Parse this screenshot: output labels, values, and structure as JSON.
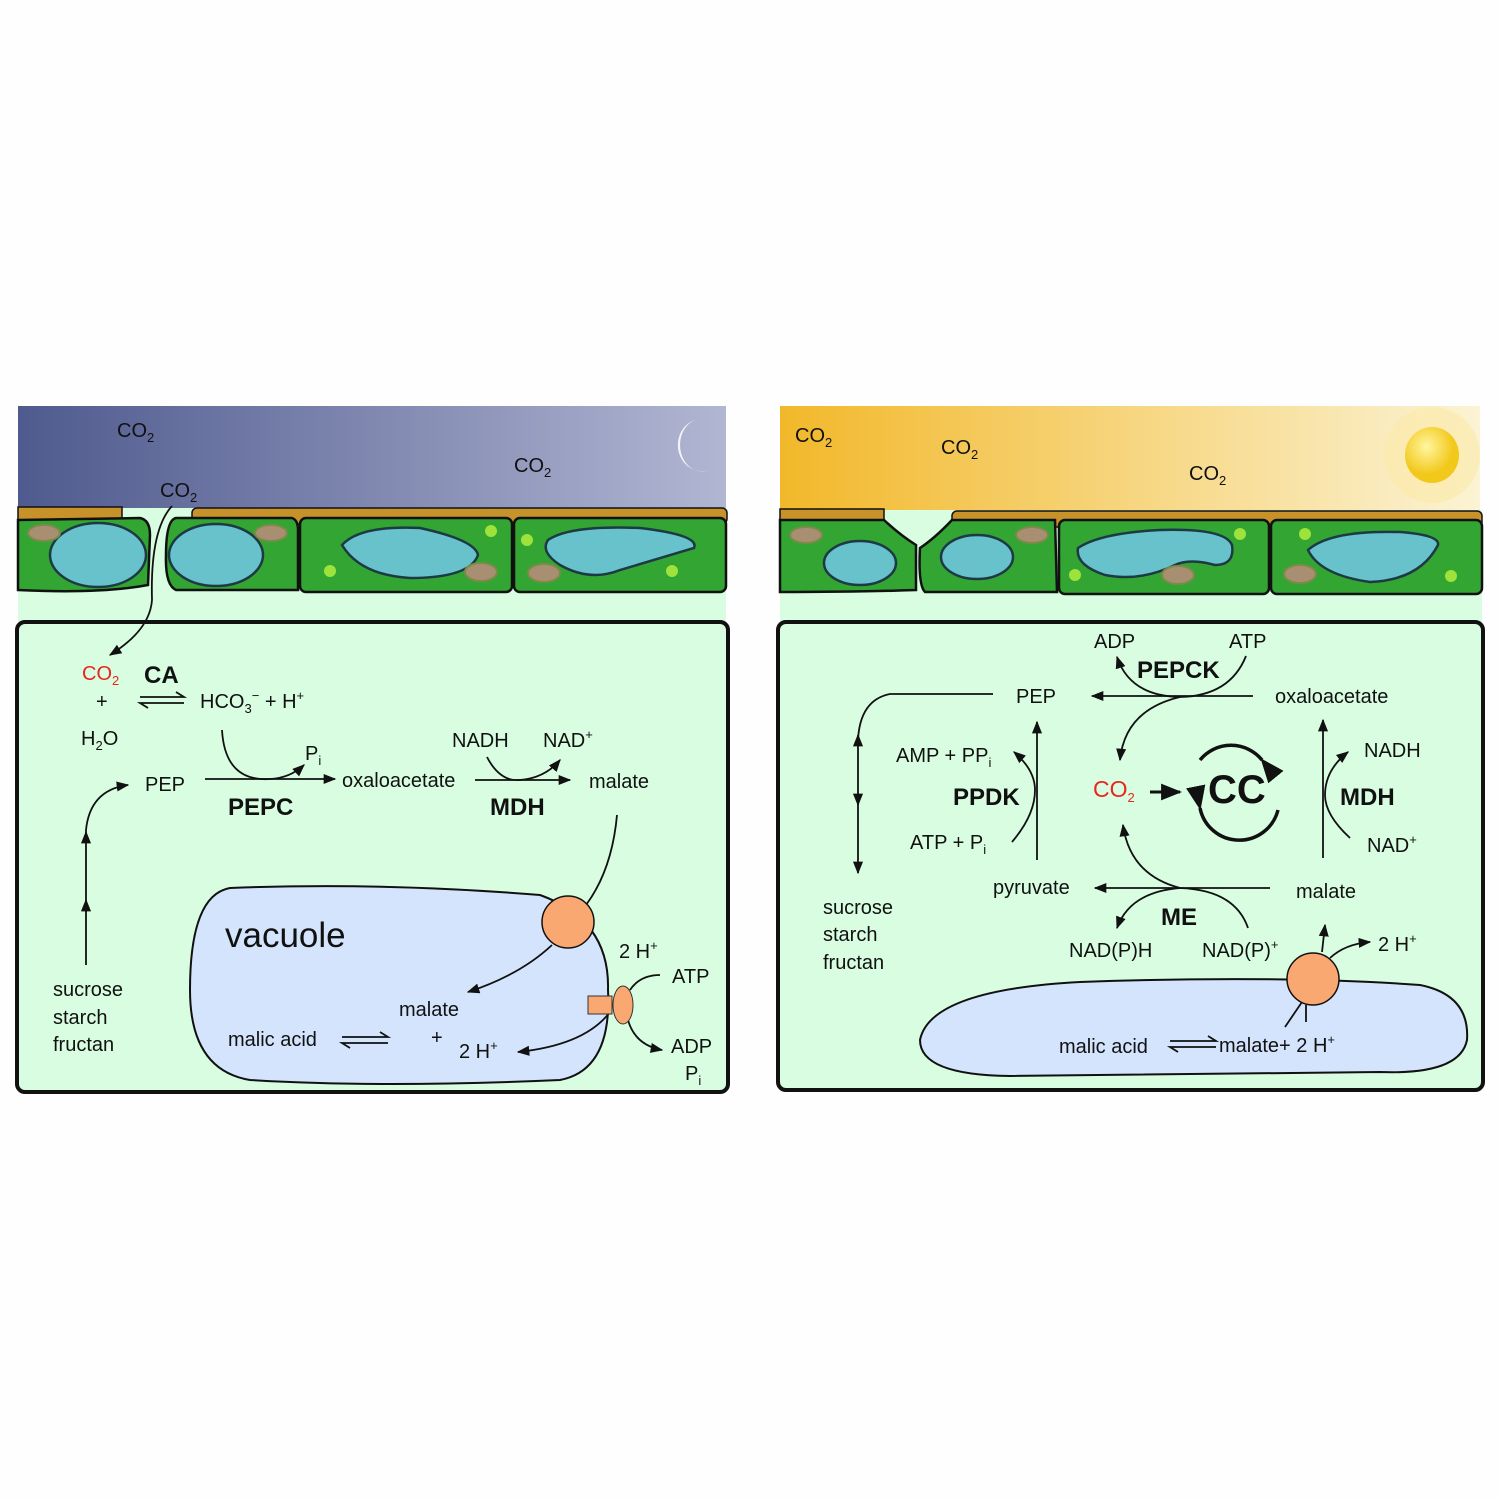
{
  "night": {
    "sky": {
      "co2_a": {
        "b": "CO",
        "s": "2"
      },
      "co2_b": {
        "b": "CO",
        "s": "2"
      },
      "co2_c": {
        "b": "CO",
        "s": "2"
      }
    },
    "co2_red": {
      "b": "CO",
      "s": "2"
    },
    "ca": "CA",
    "plus": "+",
    "h2o": {
      "b1": "H",
      "s": "2",
      "b2": "O"
    },
    "hco3": {
      "b": "HCO",
      "s": "3",
      "sup": "−",
      "rest": " + H",
      "sup2": "+"
    },
    "pi": {
      "b": "P",
      "s": "i"
    },
    "pep": "PEP",
    "oxaloacetate": "oxaloacetate",
    "nadh": "NADH",
    "nad_plus": {
      "b": "NAD",
      "sup": "+"
    },
    "malate": "malate",
    "pepc": "PEPC",
    "mdh": "MDH",
    "vacuole": "vacuole",
    "vac_malate": "malate",
    "vac_plus": "+",
    "vac_2h": {
      "b": "2 H",
      "sup": "+"
    },
    "malic_acid": "malic acid",
    "pump_2h": {
      "b": "2 H",
      "sup": "+"
    },
    "atp": "ATP",
    "adp": "ADP",
    "pump_pi": {
      "b": "P",
      "s": "i"
    },
    "carbs": [
      "sucrose",
      "starch",
      "fructan"
    ]
  },
  "day": {
    "sky": {
      "co2_a": {
        "b": "CO",
        "s": "2"
      },
      "co2_b": {
        "b": "CO",
        "s": "2"
      },
      "co2_c": {
        "b": "CO",
        "s": "2"
      }
    },
    "adp": "ADP",
    "atp": "ATP",
    "pepck": "PEPCK",
    "pep": "PEP",
    "oxaloacetate": "oxaloacetate",
    "amp_ppi": {
      "b": "AMP + PP",
      "s": "i"
    },
    "ppdk": "PPDK",
    "atp_pi": {
      "b": "ATP + P",
      "s": "i"
    },
    "co2_red": {
      "b": "CO",
      "s": "2"
    },
    "cc": "CC",
    "nadh": "NADH",
    "mdh": "MDH",
    "nad_plus": {
      "b": "NAD",
      "sup": "+"
    },
    "pyruvate": "pyruvate",
    "malate": "malate",
    "me": "ME",
    "nadph": "NAD(P)H",
    "nadp_plus": {
      "b": "NAD(P)",
      "sup": "+"
    },
    "out_2h": {
      "b": "2 H",
      "sup": "+"
    },
    "carbs": [
      "sucrose",
      "starch",
      "fructan"
    ],
    "malic_acid": "malic acid",
    "vac_malate": {
      "b": "malate+ 2 H",
      "sup": "+"
    }
  },
  "colors": {
    "night_sky_dark": "#4f5a8e",
    "night_sky_light": "#b1b6d2",
    "day_sky_dark": "#f2b82a",
    "day_sky_light": "#fbf3d4",
    "cytosol": "#d8fde0",
    "vacuole": "#d3e4fc",
    "transporter": "#f9a872",
    "cell": "#33a532",
    "cell_vacuole": "#68c2cc"
  }
}
